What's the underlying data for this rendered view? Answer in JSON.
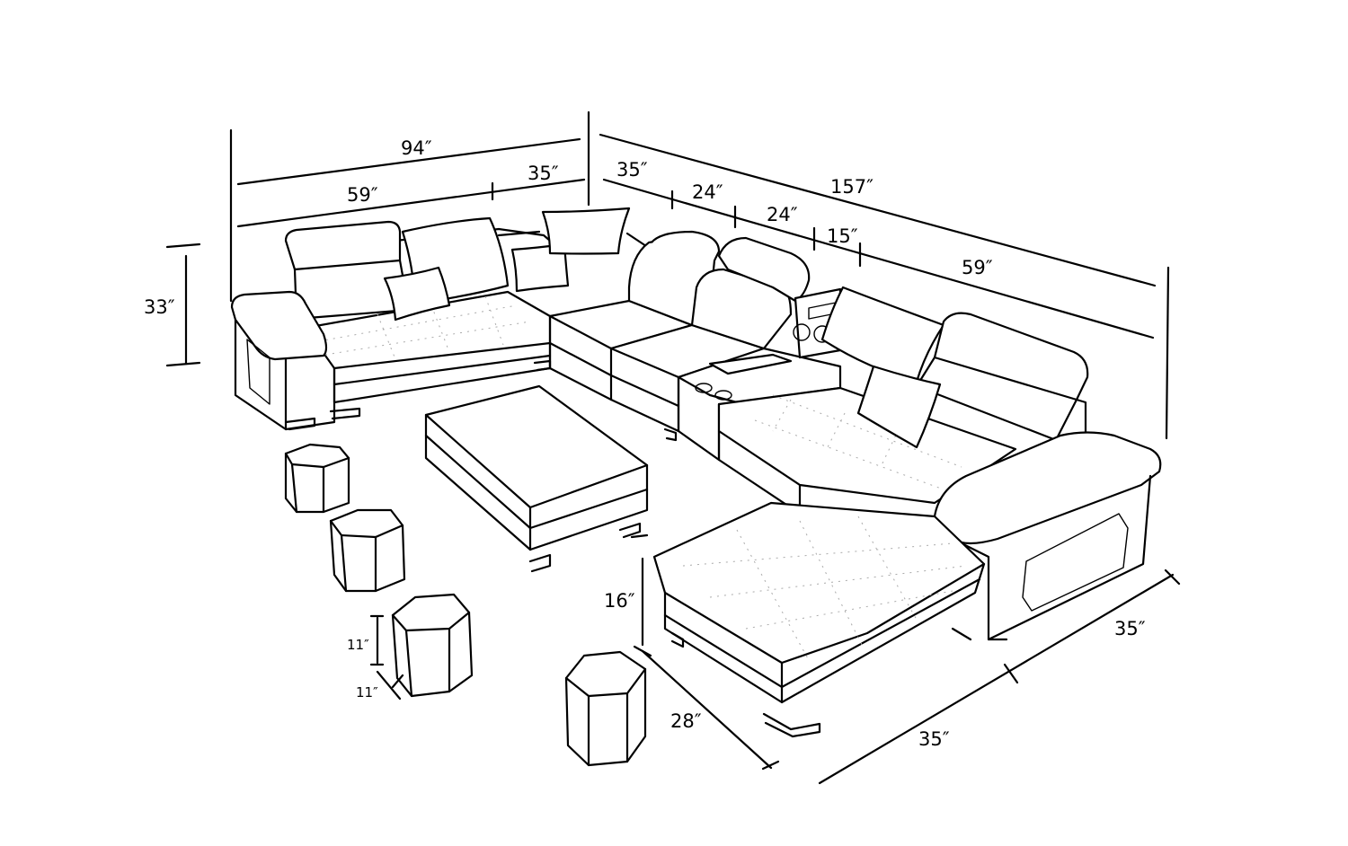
{
  "diagram": {
    "dimensions": {
      "top_left_total": "94″",
      "top_left_seat": "59″",
      "top_left_corner": "35″",
      "top_right_corner": "35″",
      "console_a": "24″",
      "console_b": "24″",
      "console_c": "15″",
      "top_right_total": "157″",
      "top_right_seat": "59″",
      "height": "33″",
      "seat_height": "16″",
      "ottoman_height": "11″",
      "ottoman_width": "11″",
      "chaise_depth": "28″",
      "chaise_width": "35″",
      "right_depth": "35″"
    }
  }
}
